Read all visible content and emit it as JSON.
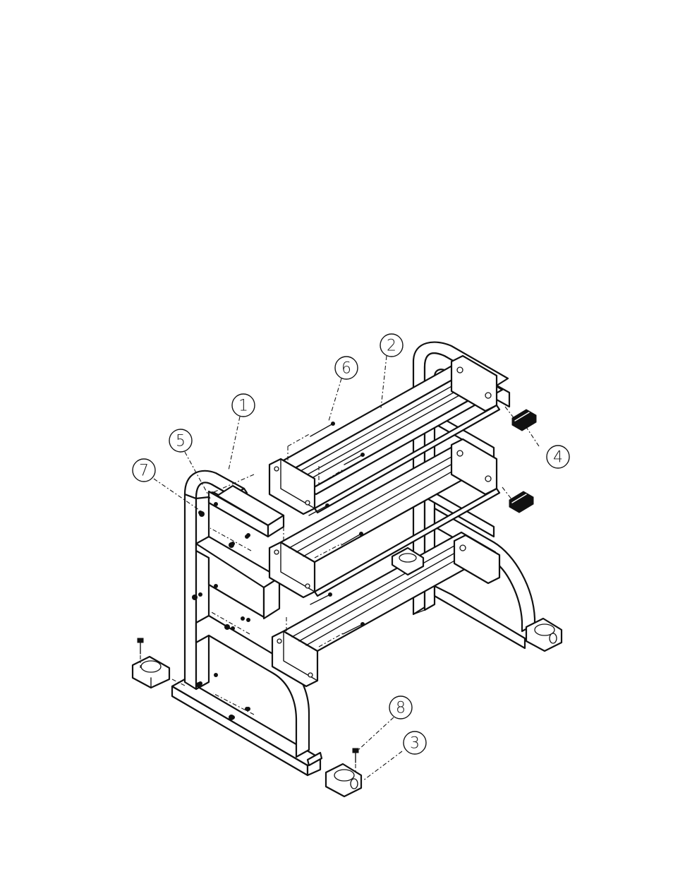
{
  "diagram": {
    "callouts": [
      {
        "id": "c1",
        "label": "1"
      },
      {
        "id": "c2",
        "label": "2"
      },
      {
        "id": "c3",
        "label": "3"
      },
      {
        "id": "c4",
        "label": "4"
      },
      {
        "id": "c5",
        "label": "5"
      },
      {
        "id": "c6",
        "label": "6"
      },
      {
        "id": "c7",
        "label": "7"
      },
      {
        "id": "c8",
        "label": "8"
      }
    ],
    "line_color": "#111111",
    "background_color": "#ffffff"
  }
}
